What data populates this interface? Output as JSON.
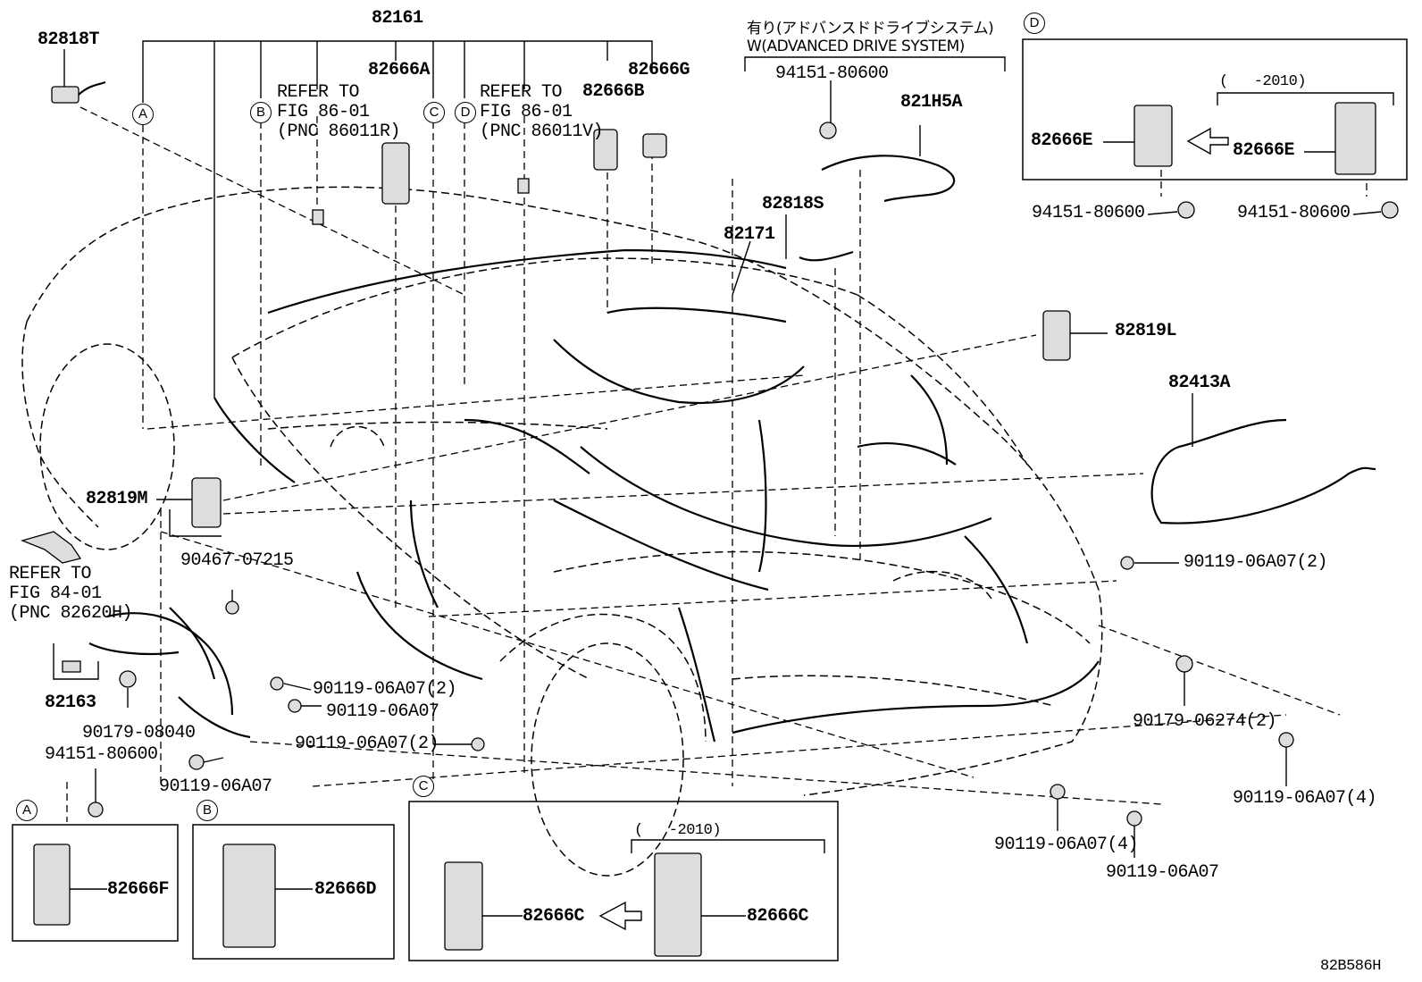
{
  "parts": {
    "p82818T": "82818T",
    "p82161": "82161",
    "p82666A": "82666A",
    "p82666G": "82666G",
    "p82666B": "82666B",
    "p821H5A": "821H5A",
    "p82818S": "82818S",
    "p82171": "82171",
    "p82819L": "82819L",
    "p82413A": "82413A",
    "p82819M": "82819M",
    "p90467_07215": "90467-07215",
    "p82163": "82163",
    "p90179_08040": "90179-08040",
    "p94151_80600_left": "94151-80600",
    "p90119_06A07_2_a": "90119-06A07(2)",
    "p90119_06A07_a": "90119-06A07",
    "p90119_06A07_2_b": "90119-06A07(2)",
    "p90119_06A07_b": "90119-06A07",
    "p90119_06A07_2_right": "90119-06A07(2)",
    "p90179_06274_2": "90179-06274(2)",
    "p90119_06A07_4_right": "90119-06A07(4)",
    "p90119_06A07_4_bottom": "90119-06A07(4)",
    "p90119_06A07_bottom": "90119-06A07",
    "p94151_80600_top": "94151-80600",
    "p82666E_a": "82666E",
    "p82666E_b": "82666E",
    "p94151_80600_D1": "94151-80600",
    "p94151_80600_D2": "94151-80600",
    "p82666F": "82666F",
    "p82666D": "82666D",
    "p82666C_a": "82666C",
    "p82666C_b": "82666C"
  },
  "refs": {
    "refer_b": "REFER TO\nFIG 86-01\n(PNC 86011R)",
    "refer_d": "REFER TO\nFIG 86-01\n(PNC 86011V)",
    "refer_left": "REFER TO\nFIG 84-01\n(PNC 82620H)"
  },
  "ads": {
    "jp": "有り(アドバンスドドライブシステム)",
    "en": "W(ADVANCED DRIVE SYSTEM)"
  },
  "years": {
    "c": "(   -2010)",
    "d": "(   -2010)"
  },
  "markers": {
    "A": "A",
    "B": "B",
    "C": "C",
    "D": "D"
  },
  "diagram_code": "82B586H"
}
